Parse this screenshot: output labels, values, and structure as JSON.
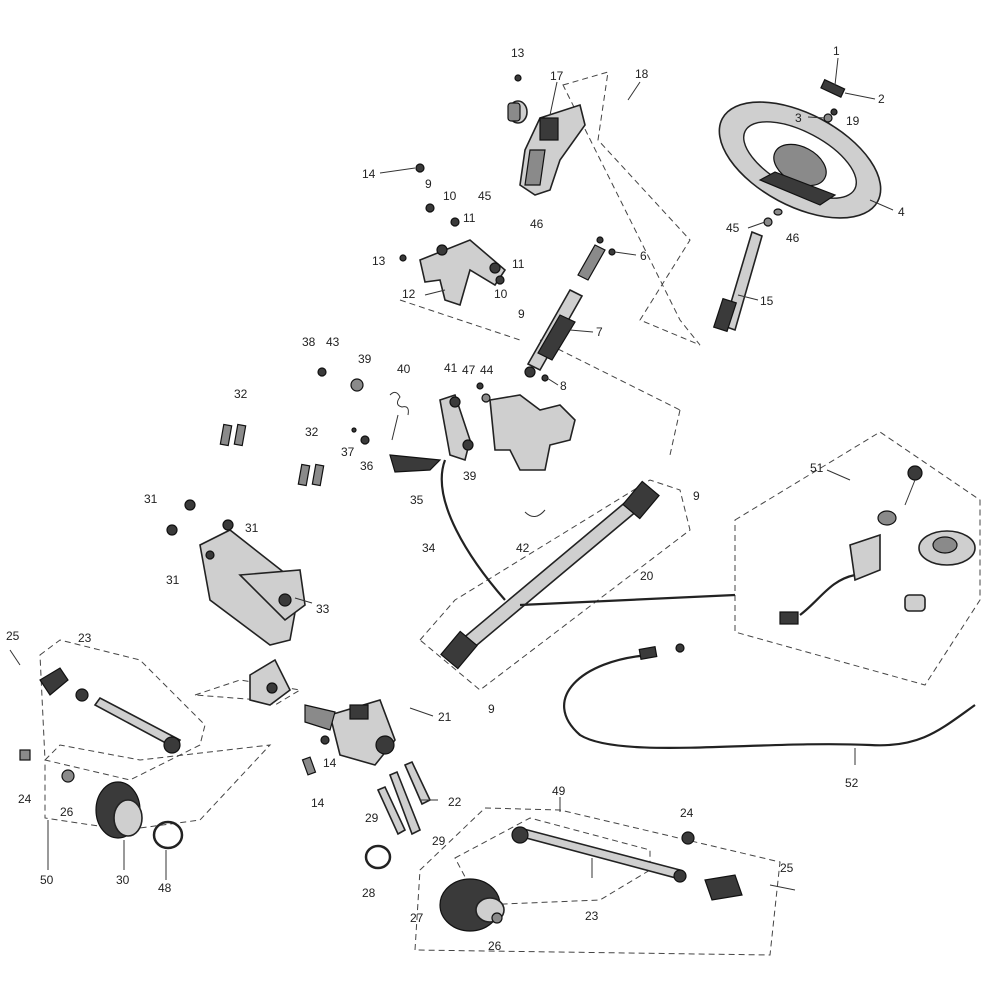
{
  "diagram": {
    "callouts": [
      {
        "id": "c1",
        "text": "1"
      },
      {
        "id": "c2",
        "text": "2"
      },
      {
        "id": "c3",
        "text": "3"
      },
      {
        "id": "c19",
        "text": "19"
      },
      {
        "id": "c4",
        "text": "4"
      },
      {
        "id": "c45a",
        "text": "45"
      },
      {
        "id": "c46a",
        "text": "46"
      },
      {
        "id": "c15",
        "text": "15"
      },
      {
        "id": "c13a",
        "text": "13"
      },
      {
        "id": "c17",
        "text": "17"
      },
      {
        "id": "c18",
        "text": "18"
      },
      {
        "id": "c14a",
        "text": "14"
      },
      {
        "id": "c9a",
        "text": "9"
      },
      {
        "id": "c10a",
        "text": "10"
      },
      {
        "id": "c11a",
        "text": "11"
      },
      {
        "id": "c45b",
        "text": "45"
      },
      {
        "id": "c46b",
        "text": "46"
      },
      {
        "id": "c13b",
        "text": "13"
      },
      {
        "id": "c11b",
        "text": "11"
      },
      {
        "id": "c6",
        "text": "6"
      },
      {
        "id": "c12",
        "text": "12"
      },
      {
        "id": "c10b",
        "text": "10"
      },
      {
        "id": "c9b",
        "text": "9"
      },
      {
        "id": "c7",
        "text": "7"
      },
      {
        "id": "c8",
        "text": "8"
      },
      {
        "id": "c38",
        "text": "38"
      },
      {
        "id": "c43",
        "text": "43"
      },
      {
        "id": "c39a",
        "text": "39"
      },
      {
        "id": "c40",
        "text": "40"
      },
      {
        "id": "c41",
        "text": "41"
      },
      {
        "id": "c47",
        "text": "47"
      },
      {
        "id": "c44",
        "text": "44"
      },
      {
        "id": "c32a",
        "text": "32"
      },
      {
        "id": "c32b",
        "text": "32"
      },
      {
        "id": "c37",
        "text": "37"
      },
      {
        "id": "c36",
        "text": "36"
      },
      {
        "id": "c39b",
        "text": "39"
      },
      {
        "id": "c35",
        "text": "35"
      },
      {
        "id": "c9c",
        "text": "9"
      },
      {
        "id": "c31a",
        "text": "31"
      },
      {
        "id": "c31b",
        "text": "31"
      },
      {
        "id": "c31c",
        "text": "31"
      },
      {
        "id": "c34",
        "text": "34"
      },
      {
        "id": "c42",
        "text": "42"
      },
      {
        "id": "c20",
        "text": "20"
      },
      {
        "id": "c51",
        "text": "51"
      },
      {
        "id": "c33",
        "text": "33"
      },
      {
        "id": "c25a",
        "text": "25"
      },
      {
        "id": "c23a",
        "text": "23"
      },
      {
        "id": "c21",
        "text": "21"
      },
      {
        "id": "c9d",
        "text": "9"
      },
      {
        "id": "c14b",
        "text": "14"
      },
      {
        "id": "c14c",
        "text": "14"
      },
      {
        "id": "c24a",
        "text": "24"
      },
      {
        "id": "c26a",
        "text": "26"
      },
      {
        "id": "c22",
        "text": "22"
      },
      {
        "id": "c52",
        "text": "52"
      },
      {
        "id": "c29a",
        "text": "29"
      },
      {
        "id": "c29b",
        "text": "29"
      },
      {
        "id": "c49",
        "text": "49"
      },
      {
        "id": "c30",
        "text": "30"
      },
      {
        "id": "c48",
        "text": "48"
      },
      {
        "id": "c50",
        "text": "50"
      },
      {
        "id": "c24b",
        "text": "24"
      },
      {
        "id": "c28",
        "text": "28"
      },
      {
        "id": "c25b",
        "text": "25"
      },
      {
        "id": "c23b",
        "text": "23"
      },
      {
        "id": "c27",
        "text": "27"
      },
      {
        "id": "c26b",
        "text": "26"
      }
    ]
  }
}
